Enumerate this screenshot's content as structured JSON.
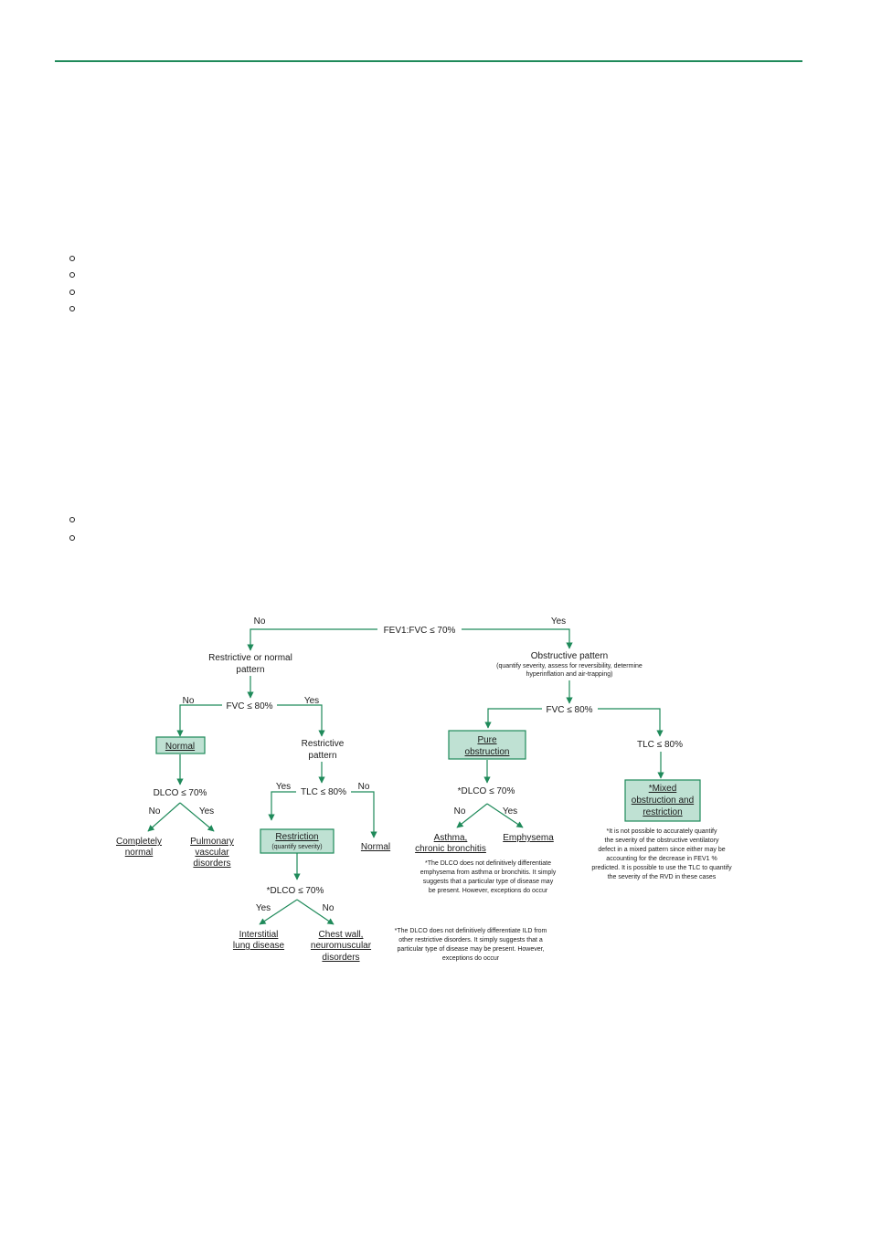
{
  "page": {
    "bullet_groups": [
      {
        "count": 4
      },
      {
        "count": 2
      }
    ]
  },
  "flowchart": {
    "root": "FEV1:FVC ≤ 70%",
    "branch_no": "No",
    "branch_yes": "Yes",
    "left": {
      "restrictive_normal": [
        "Restrictive or normal",
        "pattern"
      ],
      "fvc_test": "FVC ≤ 80%",
      "fvc_no": "No",
      "fvc_yes": "Yes",
      "normal_box": "Normal",
      "dlco_left": "DLCO ≤ 70%",
      "dlco_left_no": "No",
      "dlco_left_yes": "Yes",
      "completely_normal": [
        "Completely",
        "normal"
      ],
      "pulmonary_vascular": [
        "Pulmonary",
        "vascular",
        "disorders"
      ],
      "restrictive_pattern": [
        "Restrictive",
        "pattern"
      ],
      "tlc_test": "TLC ≤ 80%",
      "tlc_yes": "Yes",
      "tlc_no": "No",
      "tlc_normal": "Normal",
      "restriction_box": "Restriction",
      "restriction_sub": "(quantify severity)",
      "dlco_restr": "*DLCO ≤ 70%",
      "dlco_restr_yes": "Yes",
      "dlco_restr_no": "No",
      "interstitial": [
        "Interstitial",
        "lung disease"
      ],
      "chest_wall": [
        "Chest wall,",
        "neuromuscular",
        "disorders"
      ],
      "ild_note": [
        "*The DLCO does not definitively differentiate ILD from",
        "other restrictive disorders. It simply suggests that a",
        "particular type of disease may be present. However,",
        "exceptions do occur"
      ]
    },
    "right": {
      "obstructive_pattern": "Obstructive pattern",
      "obstructive_sub": [
        "(quantify severity, assess for reversibility, determine",
        "hyperinflation and air-trapping)"
      ],
      "fvc_test": "FVC ≤ 80%",
      "pure_box": [
        "Pure",
        "obstruction"
      ],
      "dlco_obs": "*DLCO ≤ 70%",
      "dlco_obs_no": "No",
      "dlco_obs_yes": "Yes",
      "asthma": [
        "Asthma,",
        "chronic bronchitis"
      ],
      "emphysema": "Emphysema",
      "emphysema_note": [
        "*The DLCO does not definitively differentiate",
        "emphysema from asthma or bronchitis. It simply",
        "suggests that a particular type of disease may",
        "be present. However, exceptions do occur"
      ],
      "tlc_test": "TLC ≤ 80%",
      "mixed_box": [
        "*Mixed",
        "obstruction and",
        "restriction"
      ],
      "mixed_note": [
        "*It is not possible to accurately quantify",
        "the severity of the obstructive ventilatory",
        "defect in a mixed pattern since either may be",
        "accounting for the decrease in FEV1 %",
        "predicted. It is possible to use the TLC to quantify",
        "the severity of the RVD in these cases"
      ]
    }
  }
}
